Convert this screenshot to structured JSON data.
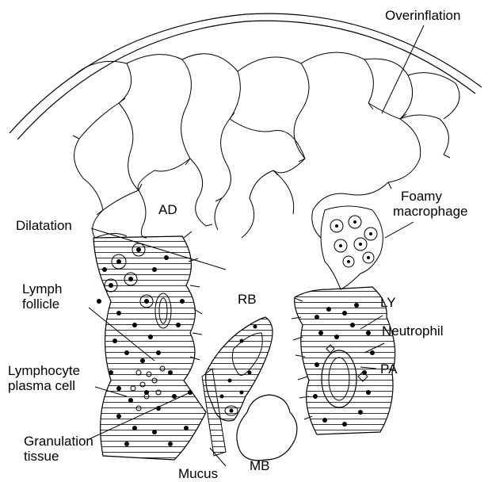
{
  "labels": {
    "overinflation": "Overinflation",
    "foamy_1": "Foamy",
    "foamy_2": "macrophage",
    "ad": "AD",
    "dilatation": "Dilatation",
    "lymph_1": "Lymph",
    "lymph_2": "follicle",
    "rb": "RB",
    "ly": "LY",
    "neutrophil": "Neutrophil",
    "lympho_1": "Lymphocyte",
    "lympho_2": "plasma cell",
    "pa": "PA",
    "gran_1": "Granulation",
    "gran_2": "tissue",
    "mucus": "Mucus",
    "mb": "MB"
  },
  "colors": {
    "ink": "#000000",
    "background": "#ffffff"
  }
}
